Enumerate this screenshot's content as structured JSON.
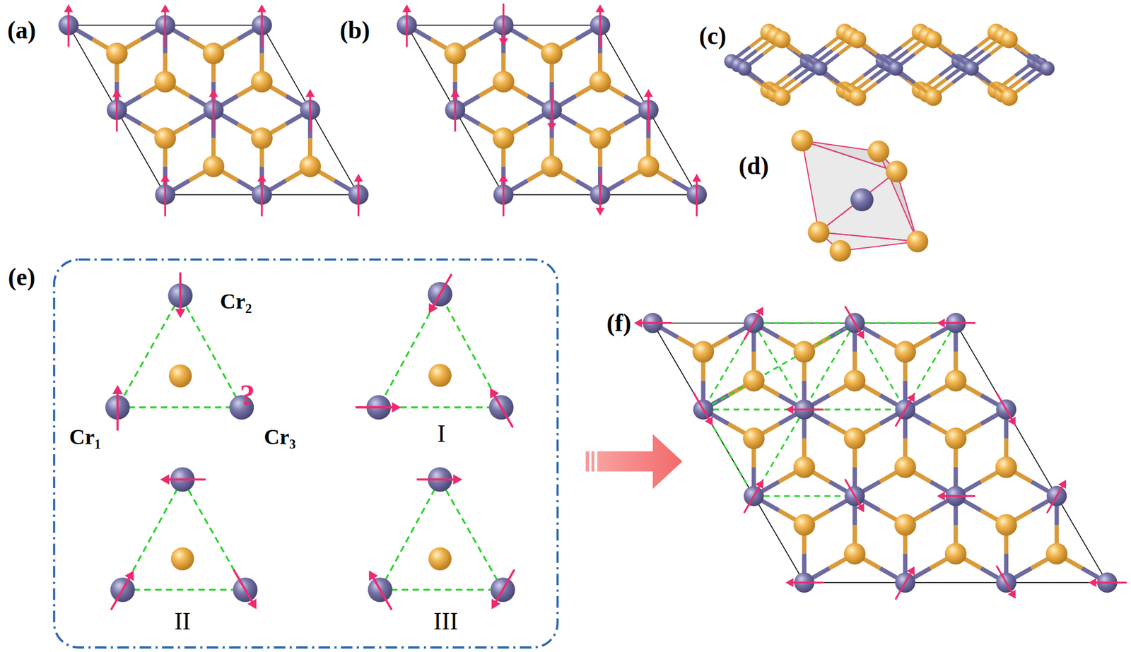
{
  "diagram": {
    "nodes": [
      {
        "text": [
          "Cr₂",
          "?",
          "Cr₁",
          "Cr₃",
          "I",
          "II",
          "III"
        ]
      }
    ],
    "labels": [
      "(a)",
      "(b)",
      "(c)",
      "(d)",
      "(e)",
      "(f)"
    ]
  }
}
